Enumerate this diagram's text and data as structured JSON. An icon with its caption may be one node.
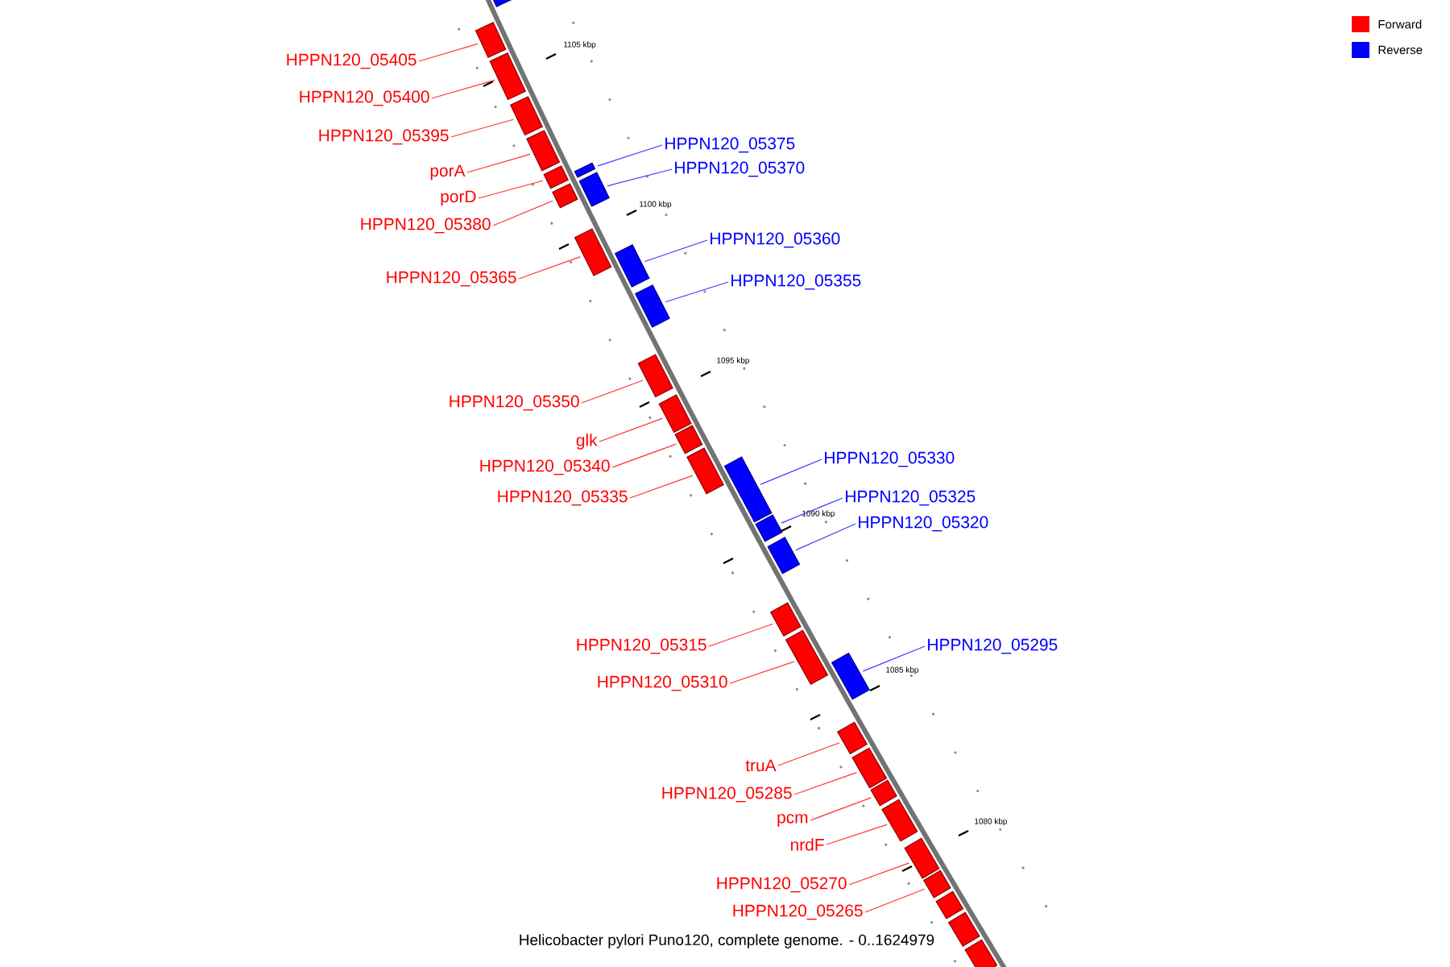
{
  "diagram": {
    "caption": "Helicobacter pylori Puno120, complete genome. - 0..1624979",
    "nodes": [
      {
        "text": [
          "HPPN120_05405"
        ]
      },
      {
        "text": [
          "HPPN120_05400"
        ]
      },
      {
        "text": [
          "HPPN120_05395"
        ]
      },
      {
        "text": [
          "HPPN120_05375"
        ]
      },
      {
        "text": [
          "HPPN120_05370"
        ]
      },
      {
        "text": [
          "porA"
        ]
      },
      {
        "text": [
          "porD"
        ]
      },
      {
        "text": [
          "HPPN120_05380"
        ]
      },
      {
        "text": [
          "HPPN120_05360"
        ]
      },
      {
        "text": [
          "HPPN120_05365"
        ]
      },
      {
        "text": [
          "HPPN120_05355"
        ]
      },
      {
        "text": [
          "HPPN120_05350"
        ]
      },
      {
        "text": [
          "glk"
        ]
      },
      {
        "text": [
          "HPPN120_05330"
        ]
      },
      {
        "text": [
          "HPPN120_05340"
        ]
      },
      {
        "text": [
          "HPPN120_05335"
        ]
      },
      {
        "text": [
          "HPPN120_05325"
        ]
      },
      {
        "text": [
          "HPPN120_05320"
        ]
      },
      {
        "text": [
          "HPPN120_05315"
        ]
      },
      {
        "text": [
          "HPPN120_05295"
        ]
      },
      {
        "text": [
          "HPPN120_05310"
        ]
      },
      {
        "text": [
          "truA"
        ]
      },
      {
        "text": [
          "HPPN120_05285"
        ]
      },
      {
        "text": [
          "pcm"
        ]
      },
      {
        "text": [
          "nrdF"
        ]
      },
      {
        "text": [
          "HPPN120_05270"
        ]
      },
      {
        "text": [
          "HPPN120_05265"
        ]
      },
      {
        "text": [],
        "shape": "box"
      },
      {
        "text": [],
        "shape": "box"
      },
      {
        "text": [],
        "shape": "box"
      },
      {
        "text": [],
        "shape": "box"
      },
      {
        "text": [],
        "shape": "box"
      },
      {
        "text": [],
        "shape": "box"
      },
      {
        "text": [],
        "shape": "box"
      },
      {
        "text": [],
        "shape": "box"
      },
      {
        "text": [],
        "shape": "box"
      },
      {
        "text": [],
        "shape": "box"
      },
      {
        "text": [],
        "shape": "box"
      },
      {
        "text": [],
        "shape": "box"
      },
      {
        "text": [],
        "shape": "box"
      },
      {
        "text": [],
        "shape": "box"
      },
      {
        "text": [],
        "shape": "box"
      },
      {
        "text": [],
        "shape": "box"
      },
      {
        "text": [],
        "shape": "box"
      },
      {
        "text": [],
        "shape": "box"
      },
      {
        "text": [],
        "shape": "box"
      },
      {
        "text": [],
        "shape": "box"
      },
      {
        "text": [],
        "shape": "box"
      },
      {
        "text": [],
        "shape": "box"
      },
      {
        "text": [],
        "shape": "box"
      },
      {
        "text": [],
        "shape": "box"
      },
      {
        "text": [],
        "shape": "box"
      },
      {
        "text": [],
        "shape": "box"
      },
      {
        "text": [],
        "shape": "box"
      },
      {
        "text": [],
        "shape": "box"
      },
      {
        "text": [],
        "shape": "box"
      },
      {
        "text": [],
        "shape": "box"
      },
      {
        "text": [],
        "shape": "box"
      }
    ],
    "edges": [
      {
        "from": 0,
        "to": 28,
        "arrow": "none"
      },
      {
        "from": 1,
        "to": 29,
        "arrow": "none"
      },
      {
        "from": 2,
        "to": 30,
        "arrow": "none"
      },
      {
        "from": 3,
        "to": 33,
        "arrow": "none",
        "color": "#3a3aff"
      },
      {
        "from": 4,
        "to": 35,
        "arrow": "none",
        "color": "#3a3aff"
      },
      {
        "from": 5,
        "to": 31,
        "arrow": "none"
      },
      {
        "from": 6,
        "to": 32,
        "arrow": "none"
      },
      {
        "from": 7,
        "to": 34,
        "arrow": "none"
      },
      {
        "from": 8,
        "to": 37,
        "arrow": "none",
        "color": "#3a3aff"
      },
      {
        "from": 9,
        "to": 36,
        "arrow": "none"
      },
      {
        "from": 10,
        "to": 38,
        "arrow": "none",
        "color": "#3a3aff"
      },
      {
        "from": 11,
        "to": 39,
        "arrow": "none"
      },
      {
        "from": 12,
        "to": 40,
        "arrow": "none"
      },
      {
        "from": 13,
        "to": 43,
        "arrow": "none",
        "color": "#3a3aff"
      },
      {
        "from": 14,
        "to": 41,
        "arrow": "none"
      },
      {
        "from": 15,
        "to": 42,
        "arrow": "none"
      },
      {
        "from": 16,
        "to": 44,
        "arrow": "none",
        "color": "#3a3aff"
      },
      {
        "from": 17,
        "to": 45,
        "arrow": "none",
        "color": "#3a3aff"
      },
      {
        "from": 18,
        "to": 46,
        "arrow": "none"
      },
      {
        "from": 19,
        "to": 48,
        "arrow": "none",
        "color": "#3a3aff"
      },
      {
        "from": 20,
        "to": 47,
        "arrow": "none"
      },
      {
        "from": 21,
        "to": 49,
        "arrow": "none"
      },
      {
        "from": 22,
        "to": 50,
        "arrow": "none"
      },
      {
        "from": 23,
        "to": 51,
        "arrow": "none"
      },
      {
        "from": 24,
        "to": 52,
        "arrow": "none"
      },
      {
        "from": 25,
        "to": 53,
        "arrow": "none"
      },
      {
        "from": 26,
        "to": 54,
        "arrow": "none"
      }
    ],
    "labels": [
      "1105 kbp",
      "1100 kbp",
      "1095 kbp",
      "1090 kbp",
      "1085 kbp",
      "1080 kbp"
    ],
    "legend": [
      {
        "text": "Forward",
        "color": "#ff0000"
      },
      {
        "text": "Reverse",
        "color": "#0000ff"
      }
    ]
  }
}
